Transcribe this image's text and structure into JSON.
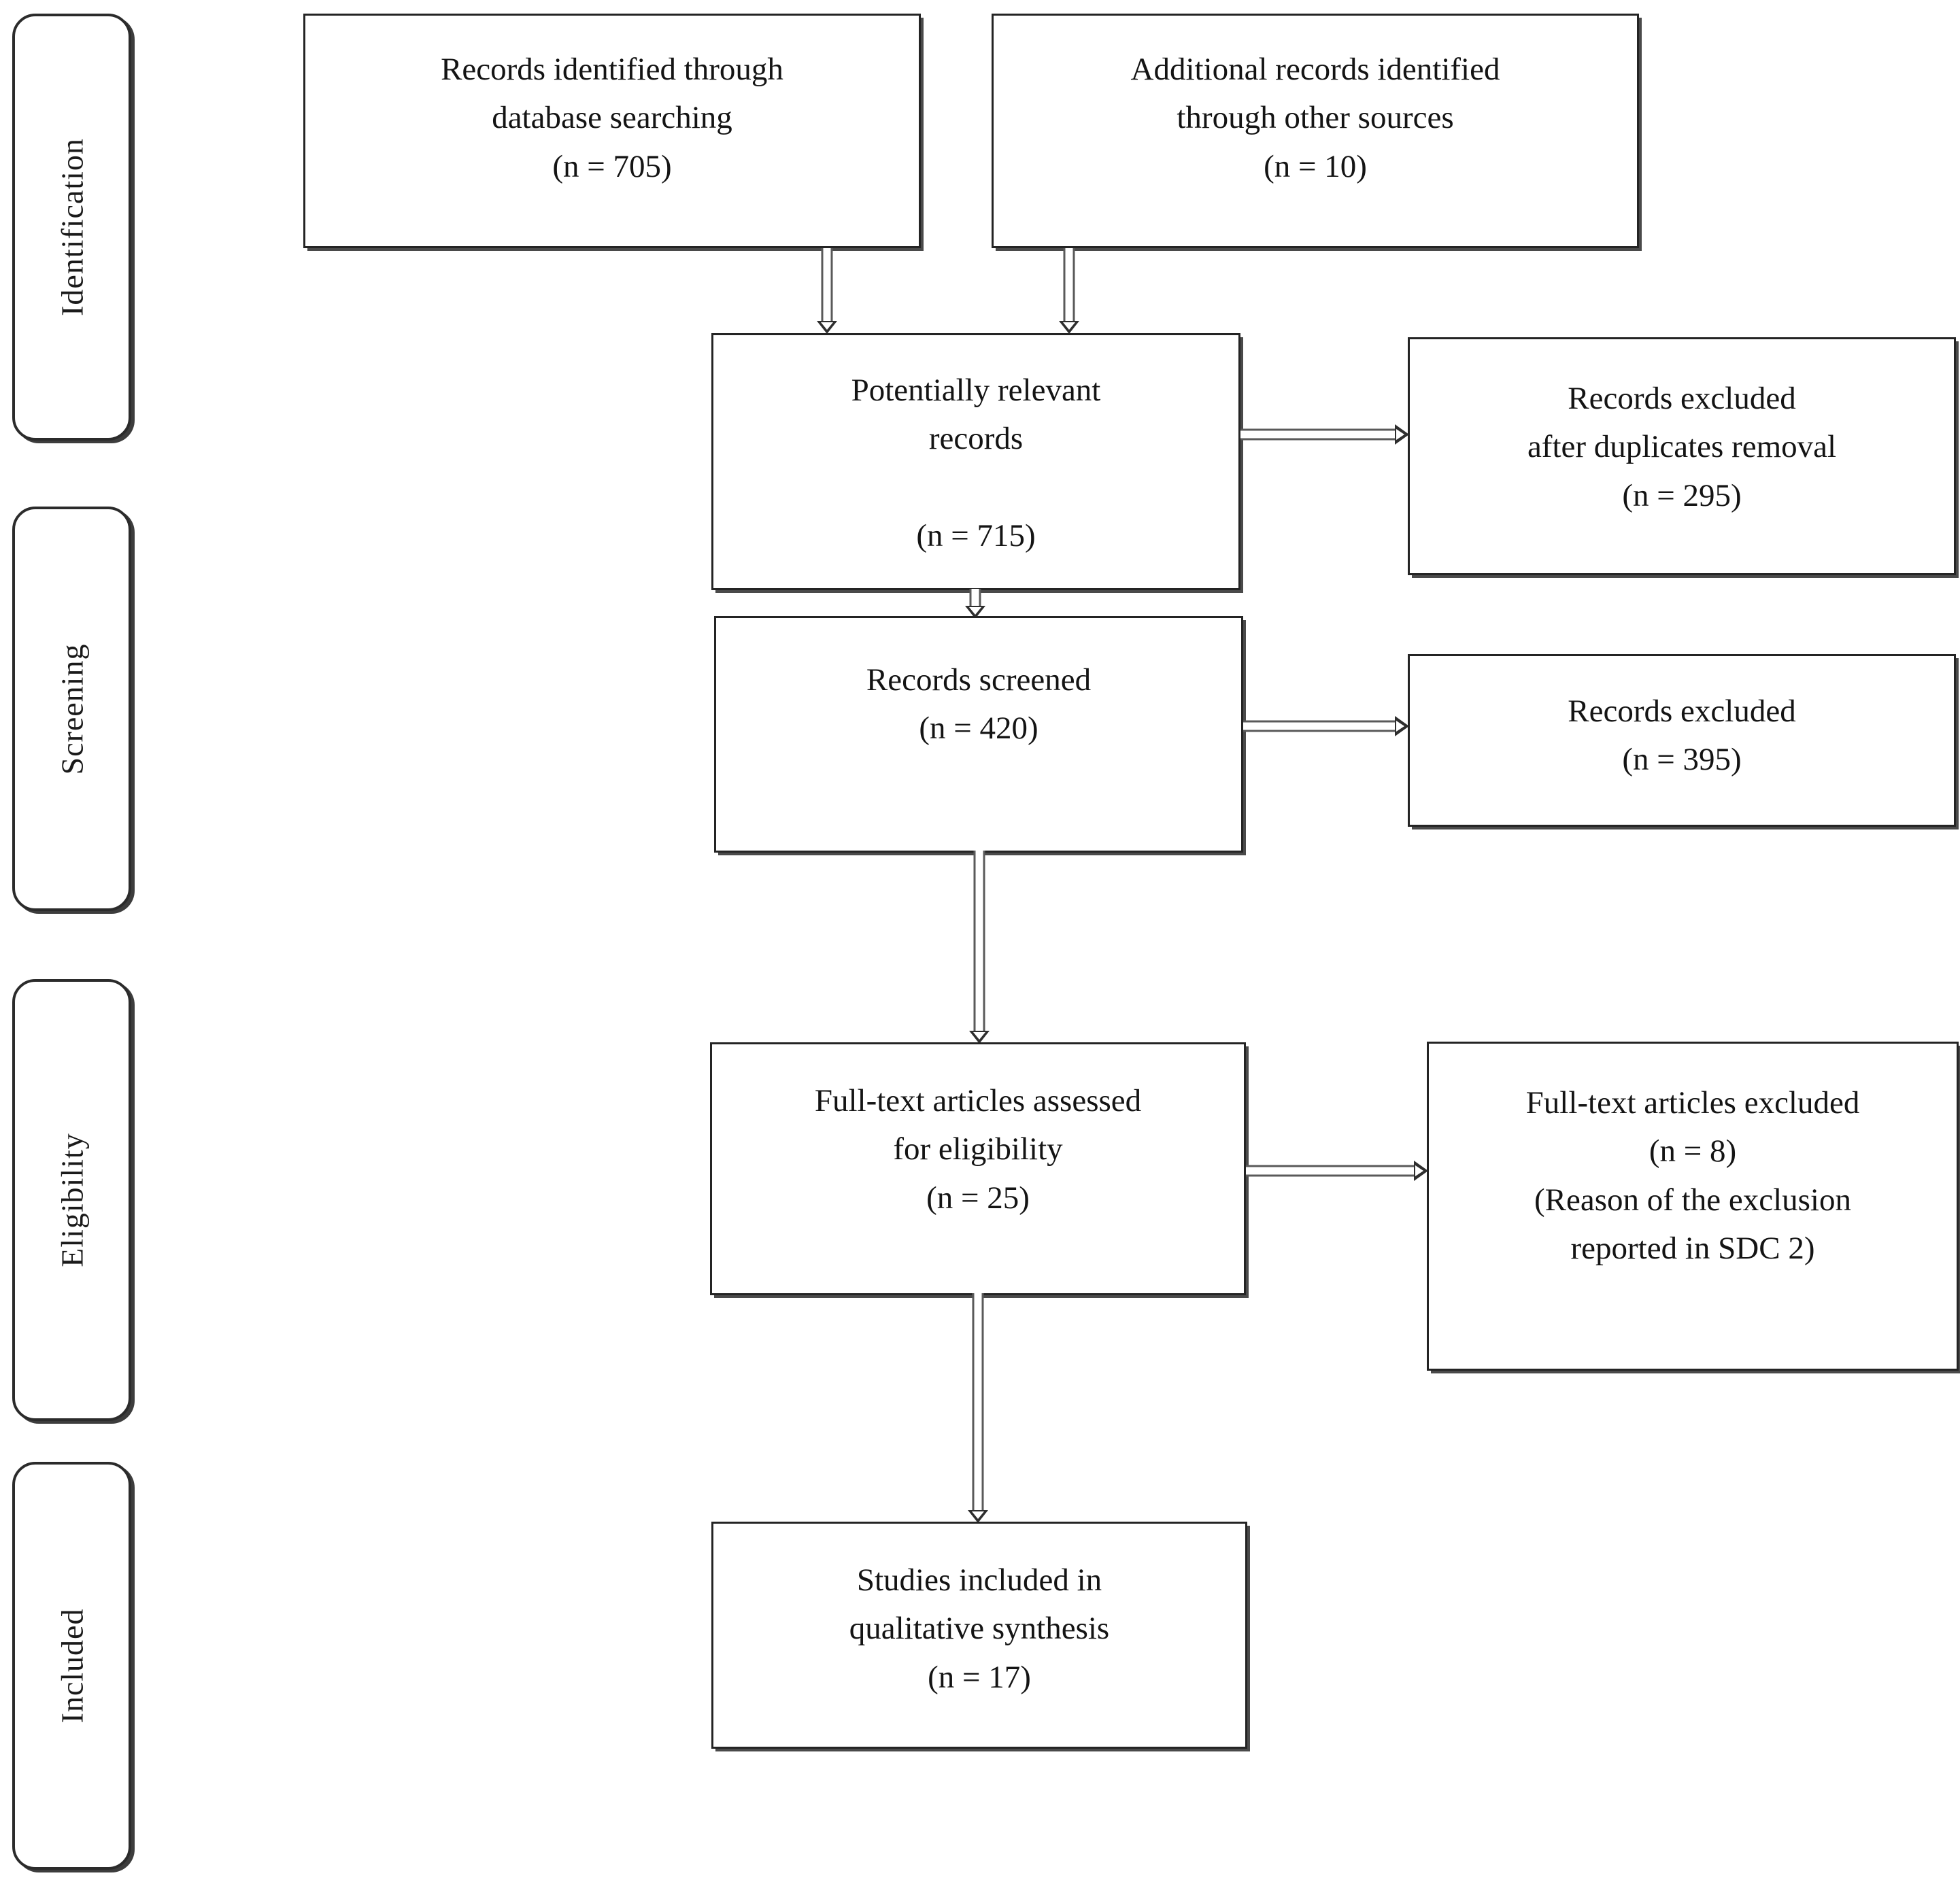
{
  "diagram": {
    "type": "prisma-flow-diagram",
    "phases": [
      {
        "id": "identification",
        "label": "Identification"
      },
      {
        "id": "screening",
        "label": "Screening"
      },
      {
        "id": "eligibility",
        "label": "Eligibility"
      },
      {
        "id": "included",
        "label": "Included"
      }
    ],
    "nodes": [
      {
        "id": "records-identified-database",
        "lines": [
          "Records identified through",
          "database searching",
          "(n = 705)"
        ],
        "count": 705
      },
      {
        "id": "additional-records-other-sources",
        "lines": [
          "Additional records identified",
          "through other sources",
          "(n = 10)"
        ],
        "count": 10
      },
      {
        "id": "potentially-relevant-records",
        "lines": [
          "Potentially relevant",
          "records",
          "",
          "(n = 715)"
        ],
        "count": 715
      },
      {
        "id": "records-excluded-duplicates",
        "lines": [
          "Records excluded",
          "after duplicates removal",
          "(n = 295)"
        ],
        "count": 295
      },
      {
        "id": "records-screened",
        "lines": [
          "Records screened",
          "(n = 420)"
        ],
        "count": 420
      },
      {
        "id": "records-excluded",
        "lines": [
          "Records excluded",
          "(n = 395)"
        ],
        "count": 395
      },
      {
        "id": "fulltext-assessed-eligibility",
        "lines": [
          "Full-text articles assessed",
          "for eligibility",
          "(n = 25)"
        ],
        "count": 25
      },
      {
        "id": "fulltext-excluded",
        "lines": [
          "Full-text articles excluded",
          "(n = 8)",
          "(Reason of the exclusion",
          "reported in SDC 2)"
        ],
        "count": 8
      },
      {
        "id": "studies-included-qualitative-synthesis",
        "lines": [
          "Studies included in",
          "qualitative synthesis",
          "(n = 17)"
        ],
        "count": 17
      }
    ],
    "connectors": [
      {
        "id": "db-to-potentially-relevant",
        "direction": "down"
      },
      {
        "id": "other-to-potentially-relevant",
        "direction": "down"
      },
      {
        "id": "potentially-relevant-to-duplicates-excluded",
        "direction": "right"
      },
      {
        "id": "potentially-relevant-to-screened",
        "direction": "down"
      },
      {
        "id": "screened-to-excluded",
        "direction": "right"
      },
      {
        "id": "screened-to-fulltext",
        "direction": "down"
      },
      {
        "id": "fulltext-to-fulltext-excluded",
        "direction": "right"
      },
      {
        "id": "fulltext-to-included",
        "direction": "down"
      }
    ],
    "colors": {
      "background": "#ffffff",
      "box_border": "#242424",
      "box_shadow": "#4a4a4a",
      "phase_border": "#2b2b2b",
      "text": "#141414",
      "connector": "#5a5a5a"
    }
  }
}
